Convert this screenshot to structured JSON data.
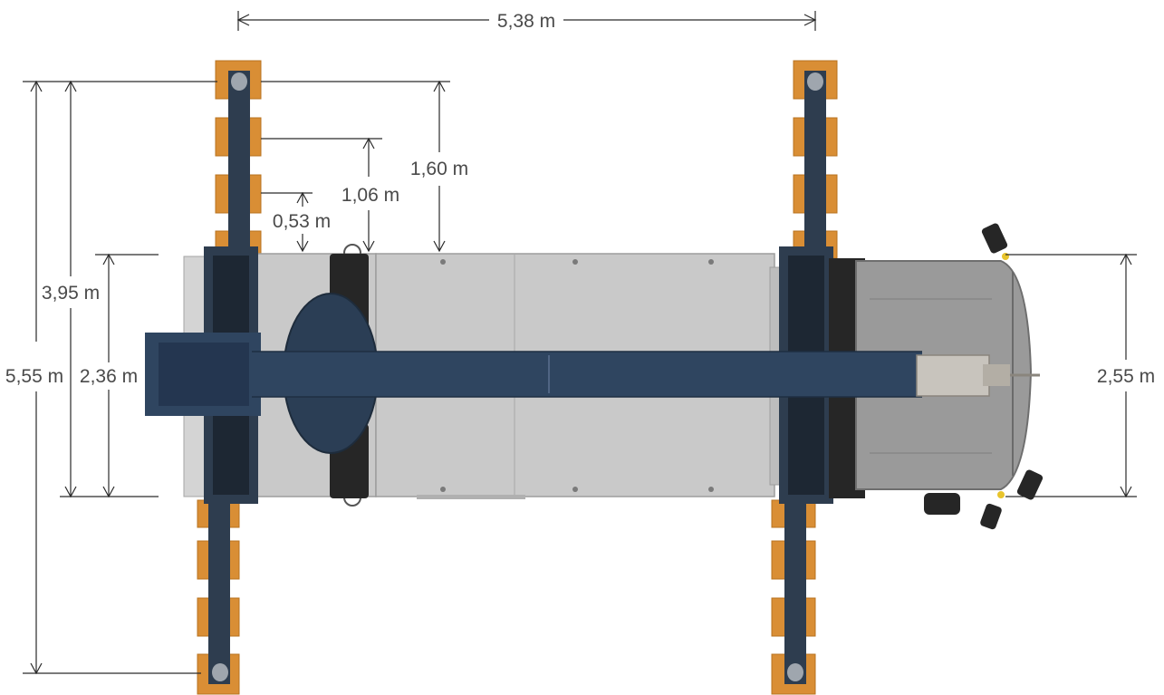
{
  "diagram": {
    "dimensions": {
      "outrigger_spacing": "5,38 m",
      "outrigger_extension_full": "1,60 m",
      "outrigger_extension_mid": "1,06 m",
      "outrigger_extension_min": "0,53 m",
      "support_width_large": "5,55 m",
      "support_width_mid": "3,95 m",
      "support_width_small": "2,36 m",
      "vehicle_width": "2,55 m"
    },
    "colors": {
      "boom": "#2f4560",
      "outrigger_beam": "#2e3d4f",
      "support_pad": "#d98e35",
      "deck": "#c9c9c9",
      "cab": "#9a9a9a"
    }
  }
}
